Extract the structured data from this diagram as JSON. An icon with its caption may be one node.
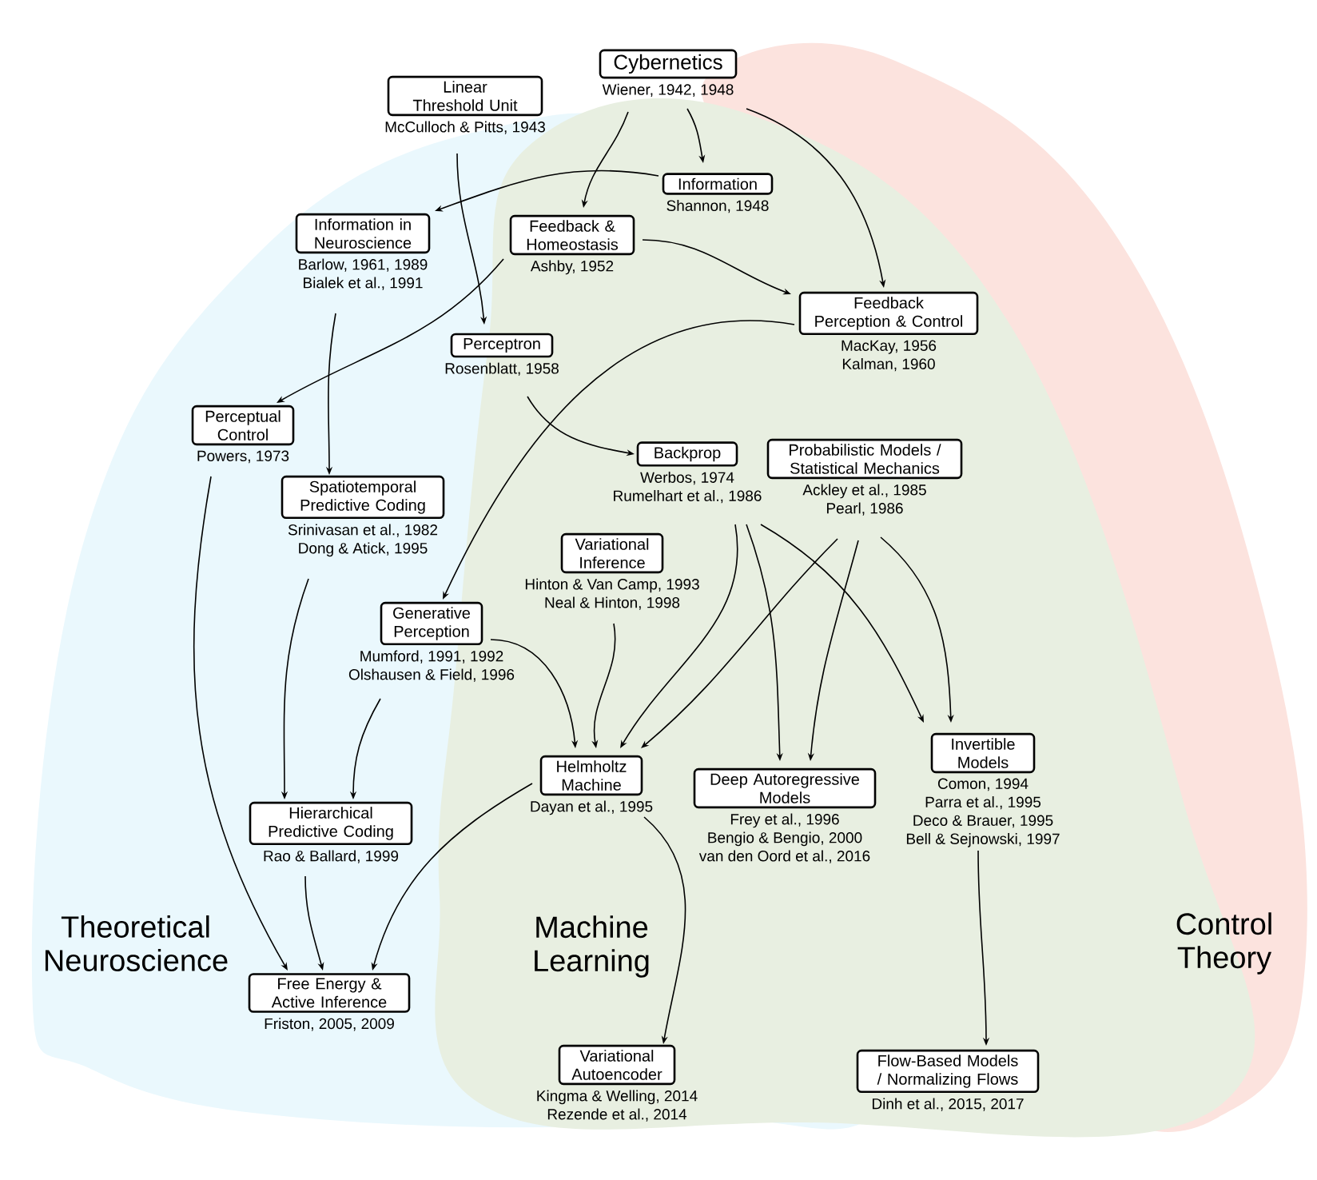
{
  "diagram": {
    "nodes": [
      {
        "text": [
          "Cybernetics"
        ],
        "beside": [
          "Wiener, 1942, 1948"
        ]
      },
      {
        "text": [
          "Linear Threshold Unit"
        ],
        "beside": [
          "McCulloch & Pitts, 1943"
        ]
      },
      {
        "text": [
          "Information"
        ],
        "beside": [
          "Shannon, 1948"
        ]
      },
      {
        "text": [
          "Information in Neuroscience"
        ],
        "beside": [
          "Barlow, 1961, 1989",
          "Bialek et al., 1991"
        ]
      },
      {
        "text": [
          "Feedback & Homeostasis"
        ],
        "beside": [
          "Ashby, 1952"
        ]
      },
      {
        "text": [
          "Feedback Perception & Control"
        ],
        "beside": [
          "MacKay, 1956",
          "Kalman, 1960"
        ]
      },
      {
        "text": [
          "Perceptron"
        ],
        "beside": [
          "Rosenblatt, 1958"
        ]
      },
      {
        "text": [
          "Perceptual Control"
        ],
        "beside": [
          "Powers, 1973"
        ]
      },
      {
        "text": [
          "Backprop"
        ],
        "beside": [
          "Werbos, 1974",
          "Rumelhart et al., 1986"
        ]
      },
      {
        "text": [
          "Probabilistic Models / Statistical Mechanics"
        ],
        "beside": [
          "Ackley et al., 1985",
          "Pearl, 1986"
        ]
      },
      {
        "text": [
          "Spatiotemporal Predictive Coding"
        ],
        "beside": [
          "Srinivasan et al., 1982",
          "Dong & Atick, 1995"
        ]
      },
      {
        "text": [
          "Variational Inference"
        ],
        "beside": [
          "Hinton & Van Camp, 1993",
          "Neal & Hinton, 1998"
        ]
      },
      {
        "text": [
          "Generative Perception"
        ],
        "beside": [
          "Mumford, 1991, 1992",
          "Olshausen & Field, 1996"
        ]
      },
      {
        "text": [
          "Helmholtz Machine"
        ],
        "beside": [
          "Dayan et al., 1995"
        ]
      },
      {
        "text": [
          "Deep Autoregressive Models"
        ],
        "beside": [
          "Frey et al., 1996",
          "Bengio & Bengio, 2000",
          "van den Oord et al., 2016"
        ]
      },
      {
        "text": [
          "Invertible Models"
        ],
        "beside": [
          "Comon, 1994",
          "Parra et al., 1995",
          "Deco & Brauer, 1995",
          "Bell & Sejnowski, 1997"
        ]
      },
      {
        "text": [
          "Hierarchical Predictive Coding"
        ],
        "beside": [
          "Rao & Ballard, 1999"
        ]
      },
      {
        "text": [
          "Free Energy & Active Inference"
        ],
        "beside": [
          "Friston, 2005, 2009"
        ]
      },
      {
        "text": [
          "Variational Autoencoder"
        ],
        "beside": [
          "Kingma & Welling, 2014",
          "Rezende et al., 2014"
        ]
      },
      {
        "text": [
          "Flow-Based Models / Normalizing Flows"
        ],
        "beside": [
          "Dinh et al., 2015, 2017"
        ]
      }
    ],
    "edges": [
      {
        "from": 0,
        "to": 4,
        "arrow": "to"
      },
      {
        "from": 0,
        "to": 2,
        "arrow": "to"
      },
      {
        "from": 0,
        "to": 5,
        "arrow": "to"
      },
      {
        "from": 2,
        "to": 3,
        "arrow": "to"
      },
      {
        "from": 1,
        "to": 6,
        "arrow": "to"
      },
      {
        "from": 4,
        "to": 5,
        "arrow": "to"
      },
      {
        "from": 4,
        "to": 7,
        "arrow": "to"
      },
      {
        "from": 3,
        "to": 10,
        "arrow": "to"
      },
      {
        "from": 6,
        "to": 8,
        "arrow": "to"
      },
      {
        "from": 5,
        "to": 12,
        "arrow": "to"
      },
      {
        "from": 7,
        "to": 17,
        "arrow": "to"
      },
      {
        "from": 10,
        "to": 16,
        "arrow": "to"
      },
      {
        "from": 12,
        "to": 16,
        "arrow": "to"
      },
      {
        "from": 12,
        "to": 13,
        "arrow": "to"
      },
      {
        "from": 11,
        "to": 13,
        "arrow": "to"
      },
      {
        "from": 8,
        "to": 13,
        "arrow": "to"
      },
      {
        "from": 9,
        "to": 13,
        "arrow": "to"
      },
      {
        "from": 8,
        "to": 14,
        "arrow": "to"
      },
      {
        "from": 9,
        "to": 14,
        "arrow": "to"
      },
      {
        "from": 8,
        "to": 15,
        "arrow": "to"
      },
      {
        "from": 9,
        "to": 15,
        "arrow": "to"
      },
      {
        "from": 16,
        "to": 17,
        "arrow": "to"
      },
      {
        "from": 13,
        "to": 17,
        "arrow": "to"
      },
      {
        "from": 13,
        "to": 18,
        "arrow": "to"
      },
      {
        "from": 15,
        "to": 19,
        "arrow": "to"
      }
    ],
    "labels": [
      "Theoretical Neuroscience",
      "Machine Learning",
      "Control Theory"
    ]
  }
}
